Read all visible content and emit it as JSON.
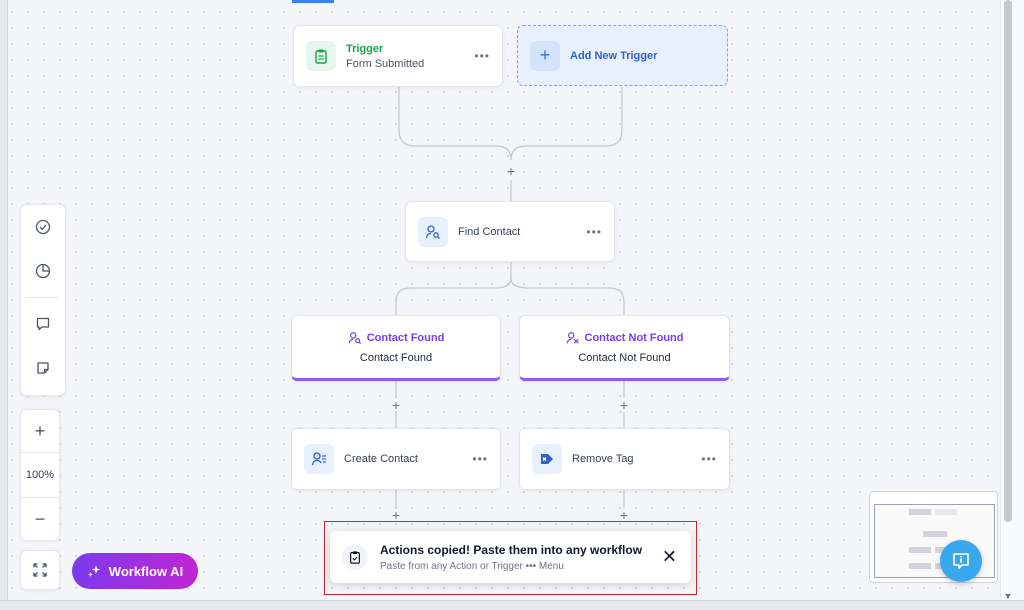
{
  "trigger": {
    "title": "Trigger",
    "subtitle": "Form Submitted",
    "menu": "•••",
    "icon": "clipboard-icon"
  },
  "add_trigger": {
    "label": "Add New Trigger",
    "plus": "+"
  },
  "find_contact": {
    "label": "Find Contact",
    "menu": "•••",
    "icon": "user-search-icon"
  },
  "branches": {
    "found": {
      "title": "Contact Found",
      "subtitle": "Contact Found",
      "icon": "user-search-icon"
    },
    "not_found": {
      "title": "Contact Not Found",
      "subtitle": "Contact Not Found",
      "icon": "user-x-icon"
    }
  },
  "actions": {
    "create_contact": {
      "label": "Create Contact",
      "menu": "•••",
      "icon": "user-lines-icon"
    },
    "remove_tag": {
      "label": "Remove Tag",
      "menu": "•••",
      "icon": "tag-x-icon"
    }
  },
  "plus_symbol": "+",
  "zoom": {
    "in": "+",
    "value": "100%",
    "out": "−"
  },
  "workflow_ai": {
    "label": "Workflow AI"
  },
  "toast": {
    "title": "Actions copied! Paste them into any workflow",
    "subtitle": "Paste from any Action or Trigger  •••  Menu",
    "close": "✕"
  },
  "colors": {
    "accent_blue": "#3b82f6",
    "branch_purple": "#8b5cf6",
    "trigger_green": "#16a34a",
    "ai_gradient_start": "#7c3aed",
    "ai_gradient_end": "#c026d3"
  }
}
